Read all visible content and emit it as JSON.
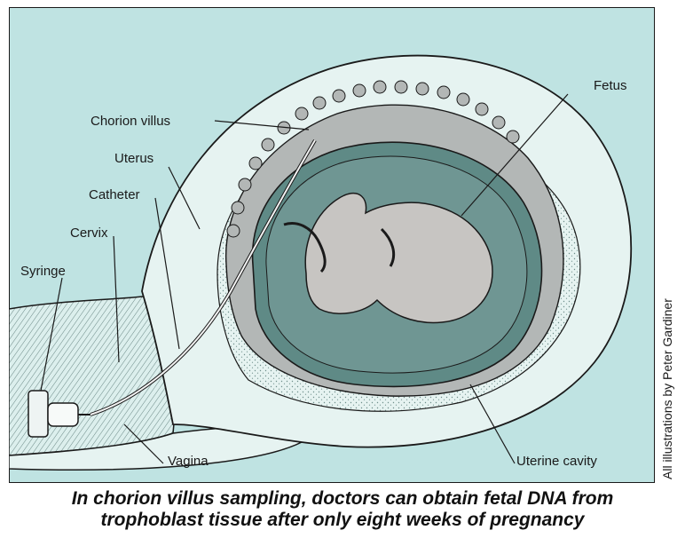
{
  "labels": {
    "chorion_villus": "Chorion villus",
    "uterus": "Uterus",
    "catheter": "Catheter",
    "cervix": "Cervix",
    "syringe": "Syringe",
    "fetus": "Fetus",
    "vagina": "Vagina",
    "uterine_cavity": "Uterine cavity"
  },
  "credit": "All illustrations by Peter Gardiner",
  "caption": {
    "line1": "In chorion villus sampling, doctors can obtain fetal DNA from",
    "line2": "trophoblast tissue after only eight weeks of pregnancy"
  },
  "colors": {
    "background_teal": "#bfe3e2",
    "uterine_wall": "#e6f3f1",
    "chorion_gray": "#b3b7b6",
    "amniotic_dark": "#5f8a86",
    "fetus_gray": "#c7c5c2",
    "outline": "#1a1a1a"
  }
}
